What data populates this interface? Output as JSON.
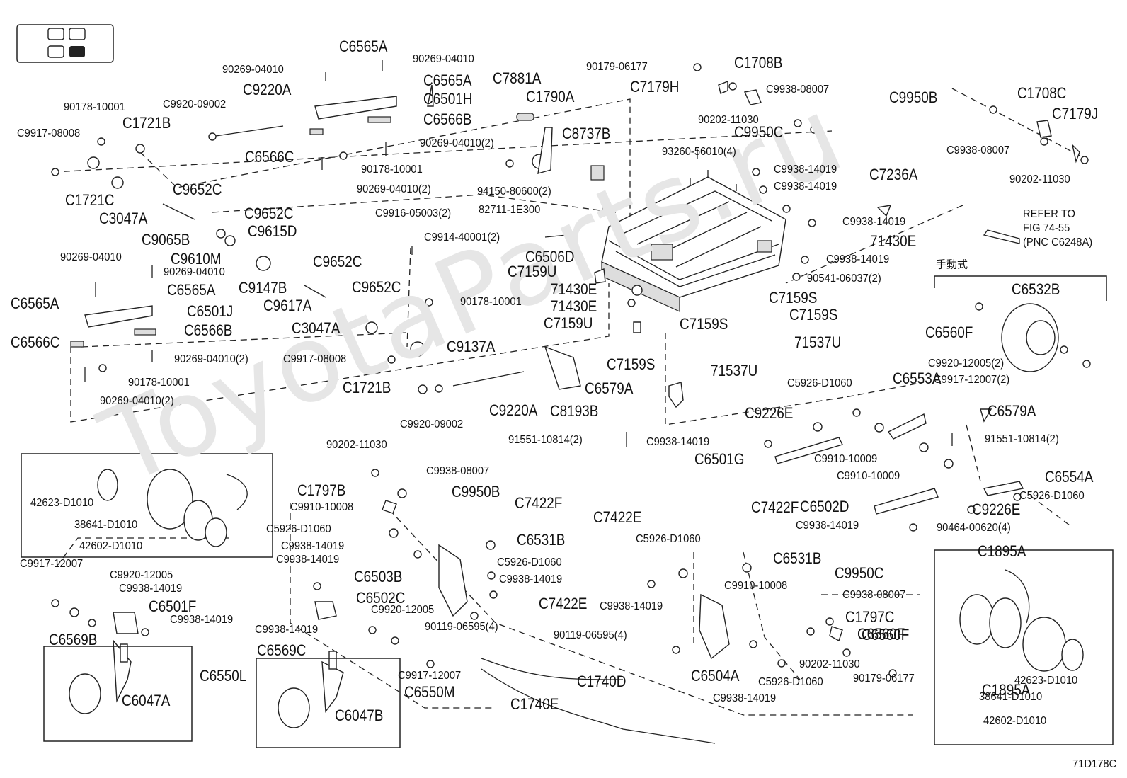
{
  "watermark": "ToyotaParts.ru",
  "figure_code": "71D178C",
  "refer_note": [
    "REFER TO",
    "FIG 74-55",
    "(PNC C6248A)"
  ],
  "manual_note": "手動式",
  "colors": {
    "line": "#222222",
    "background": "#ffffff",
    "fill": "#dddddd"
  },
  "labels": [
    {
      "t": "C6565A",
      "k": "b"
    },
    {
      "t": "90269-04010",
      "k": "s"
    },
    {
      "t": "90269-04010",
      "k": "s"
    },
    {
      "t": "C6565A",
      "k": "b"
    },
    {
      "t": "C9220A",
      "k": "b"
    },
    {
      "t": "C6501H",
      "k": "b"
    },
    {
      "t": "90178-10001",
      "k": "s"
    },
    {
      "t": "C9920-09002",
      "k": "s"
    },
    {
      "t": "C6566B",
      "k": "b"
    },
    {
      "t": "C1721B",
      "k": "b"
    },
    {
      "t": "C9917-08008",
      "k": "s"
    },
    {
      "t": "90269-04010(2)",
      "k": "s"
    },
    {
      "t": "C6566C",
      "k": "b"
    },
    {
      "t": "90178-10001",
      "k": "s"
    },
    {
      "t": "C9652C",
      "k": "b"
    },
    {
      "t": "90269-04010(2)",
      "k": "s"
    },
    {
      "t": "C1721C",
      "k": "b"
    },
    {
      "t": "C3047A",
      "k": "b"
    },
    {
      "t": "C9652C",
      "k": "b"
    },
    {
      "t": "C9615D",
      "k": "b"
    },
    {
      "t": "C9065B",
      "k": "b"
    },
    {
      "t": "90269-04010",
      "k": "s"
    },
    {
      "t": "C9610M",
      "k": "b"
    },
    {
      "t": "90269-04010",
      "k": "s"
    },
    {
      "t": "C9652C",
      "k": "b"
    },
    {
      "t": "C6565A",
      "k": "b"
    },
    {
      "t": "C9147B",
      "k": "b"
    },
    {
      "t": "C9652C",
      "k": "b"
    },
    {
      "t": "C6565A",
      "k": "b"
    },
    {
      "t": "C9617A",
      "k": "b"
    },
    {
      "t": "C6501J",
      "k": "b"
    },
    {
      "t": "C3047A",
      "k": "b"
    },
    {
      "t": "C6566B",
      "k": "b"
    },
    {
      "t": "C6566C",
      "k": "b"
    },
    {
      "t": "90269-04010(2)",
      "k": "s"
    },
    {
      "t": "C9917-08008",
      "k": "s"
    },
    {
      "t": "C9137A",
      "k": "b"
    },
    {
      "t": "90178-10001",
      "k": "s"
    },
    {
      "t": "90269-04010(2)",
      "k": "s"
    },
    {
      "t": "C1721B",
      "k": "b"
    },
    {
      "t": "C9220A",
      "k": "b"
    },
    {
      "t": "C9920-09002",
      "k": "s"
    },
    {
      "t": "C7881A",
      "k": "b"
    },
    {
      "t": "C1790A",
      "k": "b"
    },
    {
      "t": "C8737B",
      "k": "b"
    },
    {
      "t": "94150-80600(2)",
      "k": "s"
    },
    {
      "t": "82711-1E300",
      "k": "s"
    },
    {
      "t": "C9916-05003(2)",
      "k": "s"
    },
    {
      "t": "C9914-40001(2)",
      "k": "s"
    },
    {
      "t": "90178-10001",
      "k": "s"
    },
    {
      "t": "C8193B",
      "k": "b"
    },
    {
      "t": "90179-06177",
      "k": "s"
    },
    {
      "t": "C1708B",
      "k": "b"
    },
    {
      "t": "C7179H",
      "k": "b"
    },
    {
      "t": "C9938-08007",
      "k": "s"
    },
    {
      "t": "90202-11030",
      "k": "s"
    },
    {
      "t": "C9950C",
      "k": "b"
    },
    {
      "t": "93260-56010(4)",
      "k": "s"
    },
    {
      "t": "C9938-14019",
      "k": "s"
    },
    {
      "t": "C9938-14019",
      "k": "s"
    },
    {
      "t": "C7236A",
      "k": "b"
    },
    {
      "t": "C9950B",
      "k": "b"
    },
    {
      "t": "C1708C",
      "k": "b"
    },
    {
      "t": "C7179J",
      "k": "b"
    },
    {
      "t": "C9938-08007",
      "k": "s"
    },
    {
      "t": "90202-11030",
      "k": "s"
    },
    {
      "t": "C9938-14019",
      "k": "s"
    },
    {
      "t": "71430E",
      "k": "b"
    },
    {
      "t": "C6506D",
      "k": "b"
    },
    {
      "t": "C9938-14019",
      "k": "s"
    },
    {
      "t": "C7159U",
      "k": "b"
    },
    {
      "t": "90541-06037(2)",
      "k": "s"
    },
    {
      "t": "71430E",
      "k": "b"
    },
    {
      "t": "71430E",
      "k": "b"
    },
    {
      "t": "C7159S",
      "k": "b"
    },
    {
      "t": "C7159S",
      "k": "b"
    },
    {
      "t": "C7159U",
      "k": "b"
    },
    {
      "t": "C7159S",
      "k": "b"
    },
    {
      "t": "71537U",
      "k": "b"
    },
    {
      "t": "C7159S",
      "k": "b"
    },
    {
      "t": "71537U",
      "k": "b"
    },
    {
      "t": "C6579A",
      "k": "b"
    },
    {
      "t": "C6532B",
      "k": "b"
    },
    {
      "t": "C6560F",
      "k": "b"
    },
    {
      "t": "C9920-12005(2)",
      "k": "s"
    },
    {
      "t": "C9917-12007(2)",
      "k": "s"
    },
    {
      "t": "C5926-D1060",
      "k": "s"
    },
    {
      "t": "C6553A",
      "k": "b"
    },
    {
      "t": "C9226E",
      "k": "b"
    },
    {
      "t": "C6579A",
      "k": "b"
    },
    {
      "t": "91551-10814(2)",
      "k": "s"
    },
    {
      "t": "91551-10814(2)",
      "k": "s"
    },
    {
      "t": "C9938-14019",
      "k": "s"
    },
    {
      "t": "C6501G",
      "k": "b"
    },
    {
      "t": "C9910-10009",
      "k": "s"
    },
    {
      "t": "C9910-10009",
      "k": "s"
    },
    {
      "t": "C6554A",
      "k": "b"
    },
    {
      "t": "C5926-D1060",
      "k": "s"
    },
    {
      "t": "C6502D",
      "k": "b"
    },
    {
      "t": "C9226E",
      "k": "b"
    },
    {
      "t": "C9938-14019",
      "k": "s"
    },
    {
      "t": "90464-00620(4)",
      "k": "s"
    },
    {
      "t": "C6560F",
      "k": "b"
    },
    {
      "t": "C1895A",
      "k": "b"
    },
    {
      "t": "42623-D1010",
      "k": "s"
    },
    {
      "t": "38641-D1010",
      "k": "s"
    },
    {
      "t": "42602-D1010",
      "k": "s"
    },
    {
      "t": "90202-11030",
      "k": "s"
    },
    {
      "t": "C9938-08007",
      "k": "s"
    },
    {
      "t": "C1797B",
      "k": "b"
    },
    {
      "t": "C9950B",
      "k": "b"
    },
    {
      "t": "C9910-10008",
      "k": "s"
    },
    {
      "t": "C7422F",
      "k": "b"
    },
    {
      "t": "C5926-D1060",
      "k": "s"
    },
    {
      "t": "C6531B",
      "k": "b"
    },
    {
      "t": "C9938-14019",
      "k": "s"
    },
    {
      "t": "C9938-14019",
      "k": "s"
    },
    {
      "t": "C5926-D1060",
      "k": "s"
    },
    {
      "t": "C6503B",
      "k": "b"
    },
    {
      "t": "C9938-14019",
      "k": "s"
    },
    {
      "t": "C6502C",
      "k": "b"
    },
    {
      "t": "C7422E",
      "k": "b"
    },
    {
      "t": "C9920-12005",
      "k": "s"
    },
    {
      "t": "90119-06595(4)",
      "k": "s"
    },
    {
      "t": "C9938-14019",
      "k": "s"
    },
    {
      "t": "C9917-12007",
      "k": "s"
    },
    {
      "t": "C6550M",
      "k": "b"
    },
    {
      "t": "C6569C",
      "k": "b"
    },
    {
      "t": "C6047B",
      "k": "b"
    },
    {
      "t": "C9917-12007",
      "k": "s"
    },
    {
      "t": "C9920-12005",
      "k": "s"
    },
    {
      "t": "C9938-14019",
      "k": "s"
    },
    {
      "t": "C6501F",
      "k": "b"
    },
    {
      "t": "C9938-14019",
      "k": "s"
    },
    {
      "t": "C6569B",
      "k": "b"
    },
    {
      "t": "C6550L",
      "k": "b"
    },
    {
      "t": "C6047A",
      "k": "b"
    },
    {
      "t": "C1895A",
      "k": "b"
    },
    {
      "t": "42623-D1010",
      "k": "s"
    },
    {
      "t": "38641-D1010",
      "k": "s"
    },
    {
      "t": "42602-D1010",
      "k": "s"
    },
    {
      "t": "C7422E",
      "k": "b"
    },
    {
      "t": "C5926-D1060",
      "k": "s"
    },
    {
      "t": "C7422F",
      "k": "b"
    },
    {
      "t": "C6531B",
      "k": "b"
    },
    {
      "t": "C9950C",
      "k": "b"
    },
    {
      "t": "C9910-10008",
      "k": "s"
    },
    {
      "t": "C9938-08007",
      "k": "s"
    },
    {
      "t": "C9938-14019",
      "k": "s"
    },
    {
      "t": "C1797C",
      "k": "b"
    },
    {
      "t": "90119-06595(4)",
      "k": "s"
    },
    {
      "t": "C6504A",
      "k": "b"
    },
    {
      "t": "C5926-D1060",
      "k": "s"
    },
    {
      "t": "C9938-14019",
      "k": "s"
    },
    {
      "t": "90202-11030",
      "k": "s"
    },
    {
      "t": "90179-06177",
      "k": "s"
    },
    {
      "t": "C1740D",
      "k": "b"
    },
    {
      "t": "C1740E",
      "k": "b"
    },
    {
      "t": "C6560F",
      "k": "b"
    }
  ]
}
